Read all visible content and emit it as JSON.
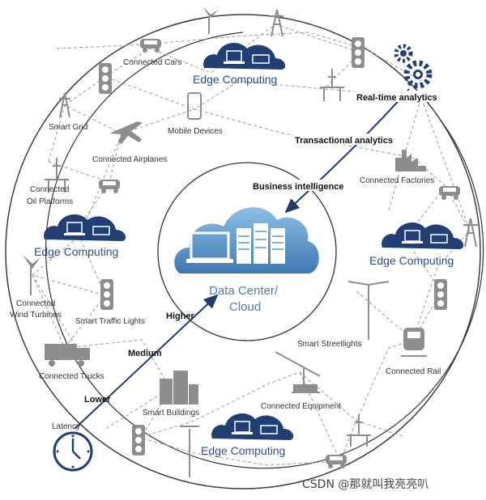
{
  "edge_label": "Edge Computing",
  "data_center": {
    "line1": "Data Center/",
    "line2": "Cloud"
  },
  "analytics": {
    "realtime": "Real-time analytics",
    "transactional": "Transactional analytics",
    "business": "Business intelligence"
  },
  "latency": {
    "title": "Latency",
    "lower": "Lower",
    "medium": "Medium",
    "higher": "Higher"
  },
  "devices": {
    "connected_cars": "Connected Cars",
    "smart_grid": "Smart Grid",
    "mobile_devices": "Mobile Devices",
    "connected_airplanes": "Connected Airplanes",
    "connected": "Connected",
    "oil_platforms": "Oil Platforms",
    "connected_factories": "Connected Factories",
    "connected_wt": "Connected",
    "wind_turbines": "Wind Turbines",
    "smart_traffic_lights": "Smart Traffic Lights",
    "connected_trucks": "Connected Trucks",
    "smart_streetlights": "Smart Streetlights",
    "connected_rail": "Connected Rail",
    "connected_equipment": "Connected Equipment",
    "smart_buildings": "Smart Buildings"
  },
  "watermark": "CSDN @那就叫我亮亮叭",
  "colors": {
    "navy": "#213f73",
    "cloud": "#5b95c6",
    "accent": "#1f3b67",
    "gray": "#8d8d8d"
  }
}
